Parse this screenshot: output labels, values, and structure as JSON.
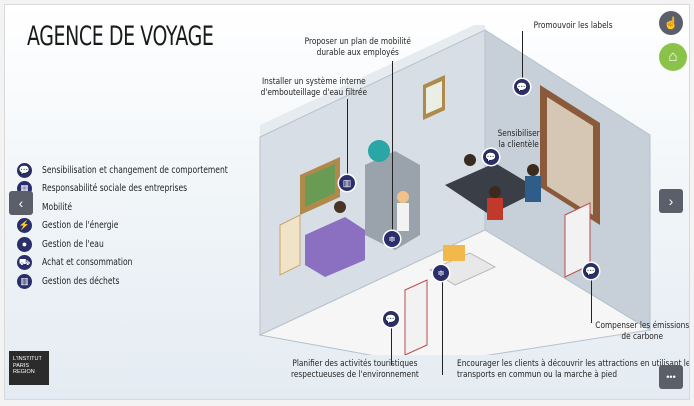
{
  "title": "AGENCE DE VOYAGE",
  "legend": [
    {
      "label": "Sensibilisation et changement de comportement",
      "icon": "chat-icon"
    },
    {
      "label": "Responsabilité sociale des entreprises",
      "icon": "building-icon"
    },
    {
      "label": "Mobilité",
      "icon": "bus-icon"
    },
    {
      "label": "Gestion de l'énergie",
      "icon": "lightning-icon"
    },
    {
      "label": "Gestion de l'eau",
      "icon": "water-drop-icon"
    },
    {
      "label": "Achat et consommation",
      "icon": "cart-icon"
    },
    {
      "label": "Gestion des déchets",
      "icon": "trash-icon"
    }
  ],
  "callouts": {
    "mobility_plan": "Proposer un plan de mobilité\ndurable aux employés",
    "water_system": "Installer un système interne\nd'embouteillage d'eau filtrée",
    "labels": "Promouvoir les labels",
    "sensitize": "Sensibiliser\nla clientèle",
    "offset": "Compenser les émissions\nde carbone",
    "activities": "Planifier des activités touristiques\nrespectueuses de l'environnement",
    "transport": "Encourager les clients à découvrir les attractions en utilisant les\ntransports en commun ou la marche à pied"
  },
  "logo": {
    "line1": "L'INSTITUT",
    "line2": "PARIS",
    "line3": "REGION"
  },
  "buttons": {
    "prev": "‹",
    "next": "›",
    "more": "•••"
  },
  "colors": {
    "accent": "#2a2f6b",
    "home": "#8bc34a",
    "wall": "#cfd8e0"
  }
}
